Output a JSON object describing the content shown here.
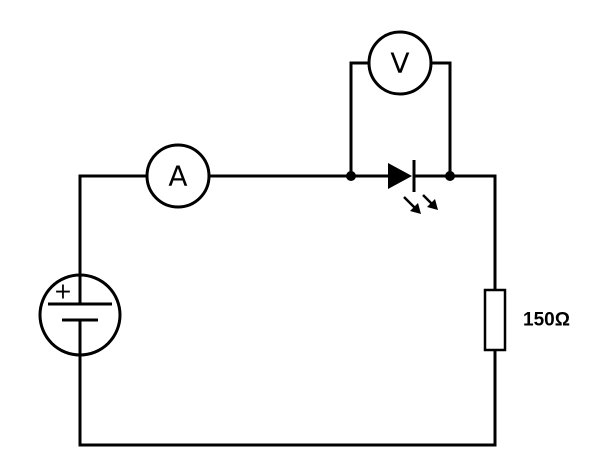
{
  "diagram": {
    "ammeter_symbol": "A",
    "voltmeter_symbol": "V",
    "resistor_label": "150Ω",
    "battery_plus_symbol": "+",
    "components": {
      "battery": "battery-icon",
      "ammeter": "ammeter-icon",
      "voltmeter": "voltmeter-icon",
      "led": "led-icon",
      "resistor": "resistor-icon"
    }
  }
}
